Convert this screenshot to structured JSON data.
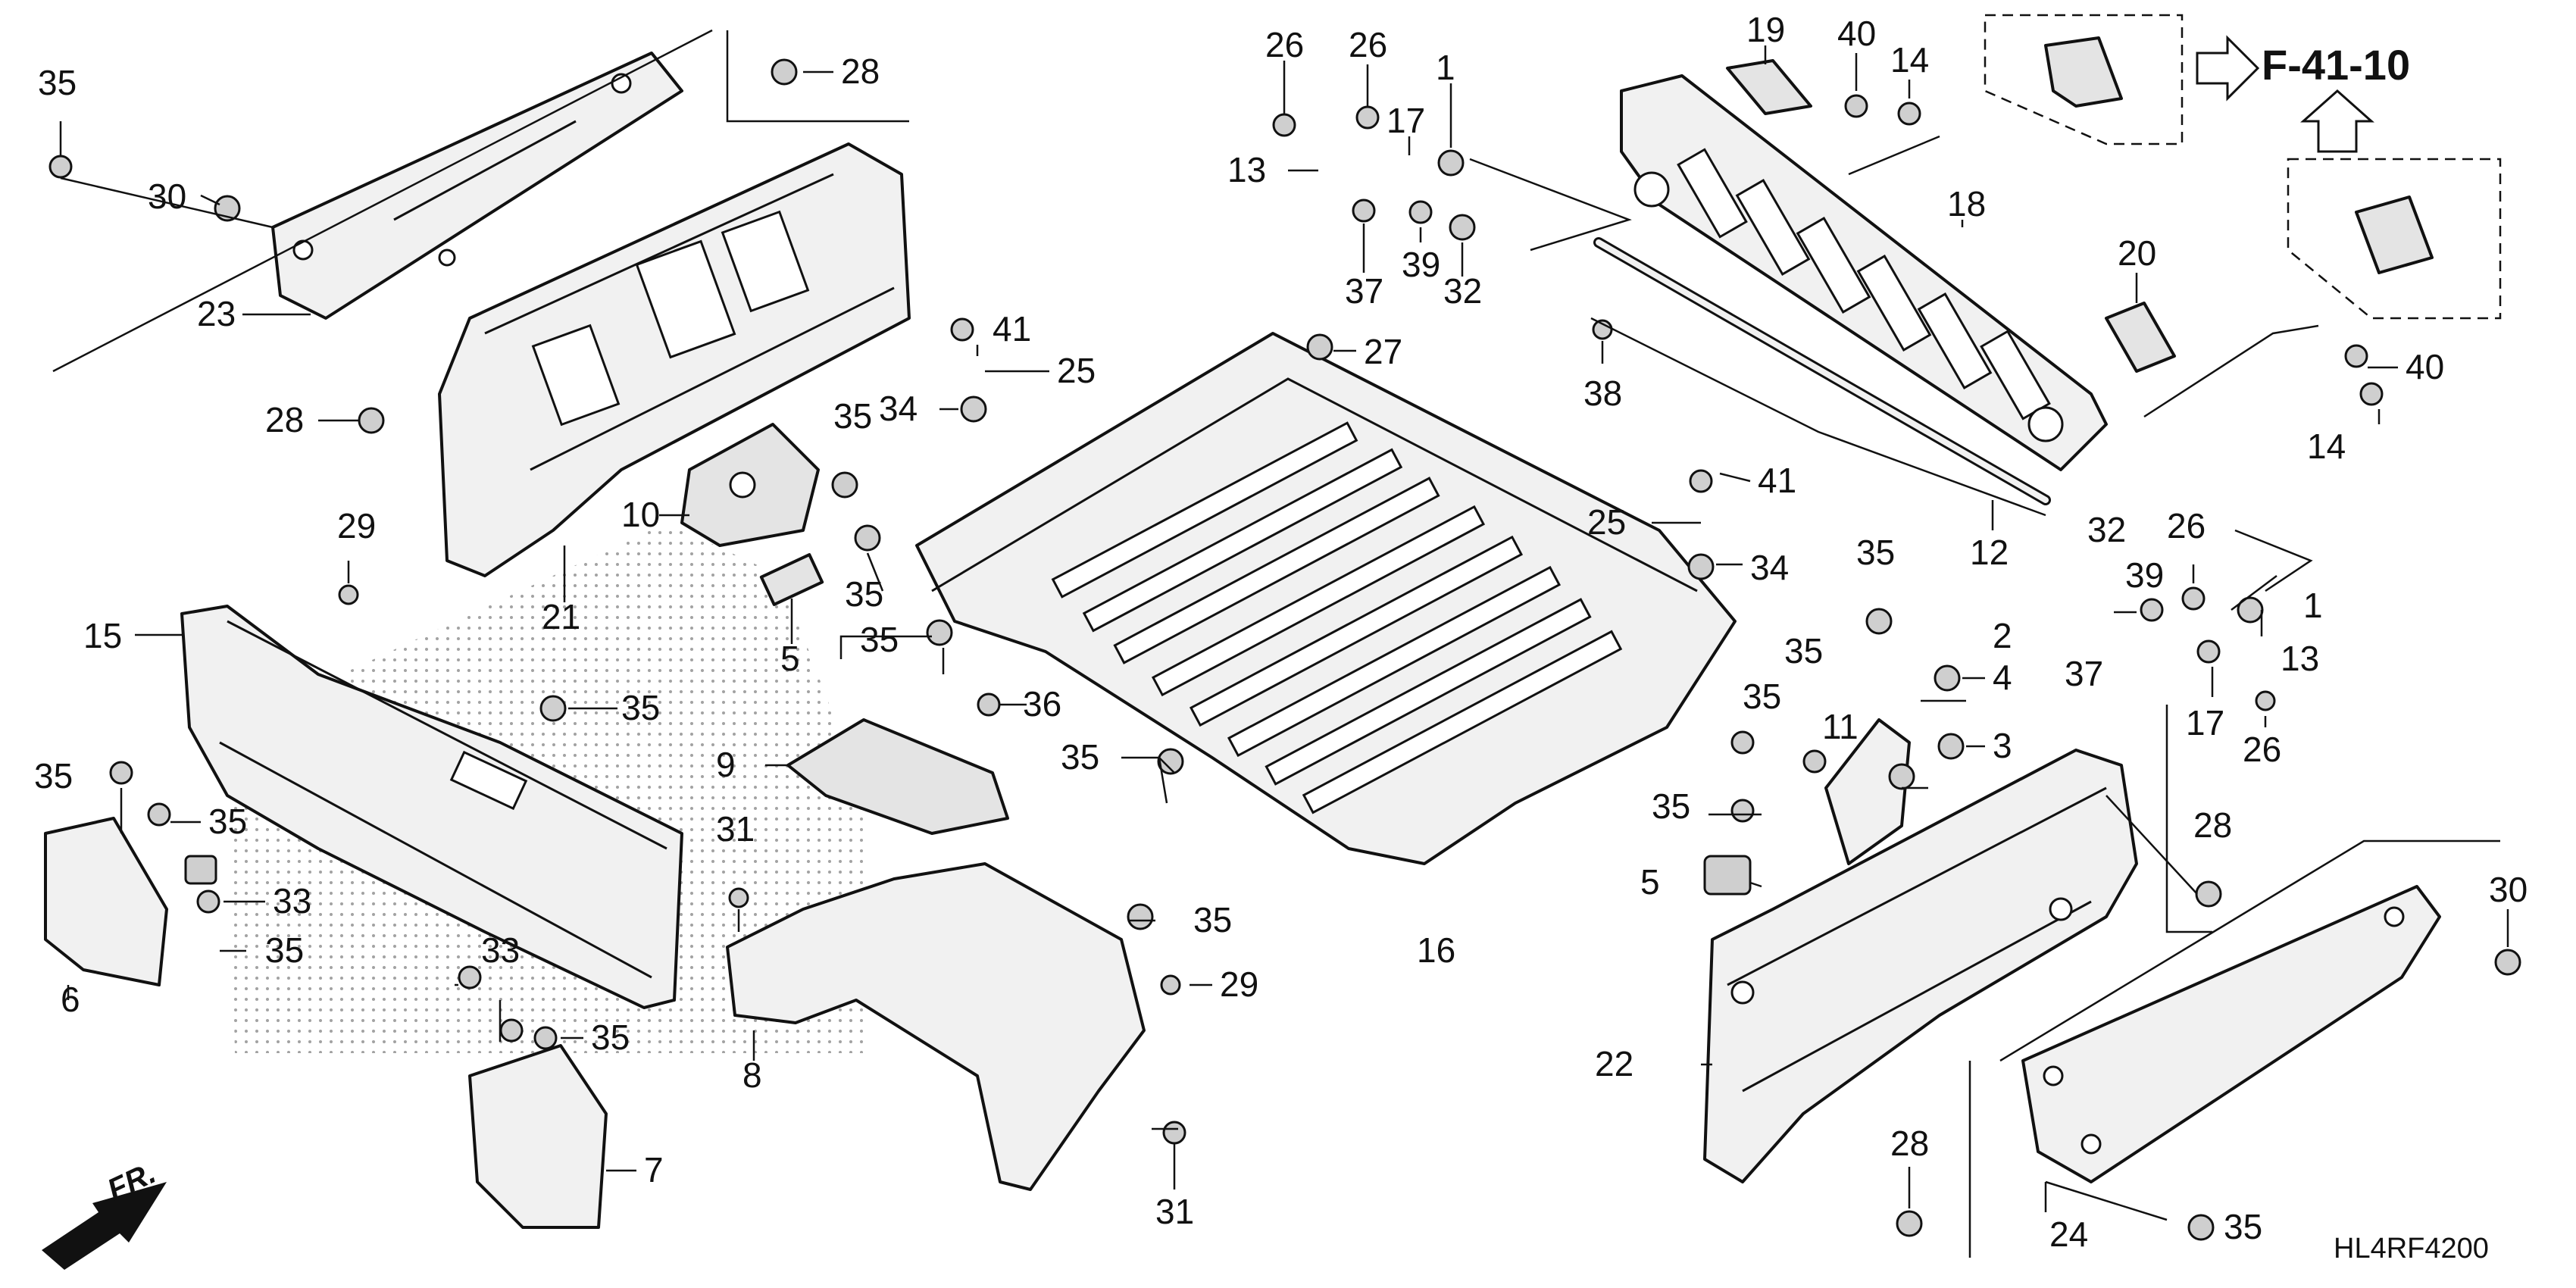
{
  "diagram": {
    "reference": "F-41-10",
    "drawing_code": "HL4RF4200",
    "direction_label": "FR.",
    "callouts": [
      "35",
      "28",
      "30",
      "23",
      "28",
      "21",
      "10",
      "35",
      "35",
      "29",
      "15",
      "5",
      "35",
      "35",
      "6",
      "35",
      "33",
      "35",
      "35",
      "33",
      "35",
      "7",
      "31",
      "8",
      "29",
      "35",
      "31",
      "9",
      "36",
      "35",
      "34",
      "41",
      "25",
      "27",
      "26",
      "26",
      "13",
      "17",
      "1",
      "37",
      "39",
      "32",
      "19",
      "40",
      "14",
      "18",
      "38",
      "20",
      "12",
      "14",
      "40",
      "26",
      "32",
      "39",
      "1",
      "13",
      "37",
      "17",
      "26",
      "41",
      "25",
      "34",
      "35",
      "2",
      "4",
      "3",
      "35",
      "11",
      "35",
      "35",
      "5",
      "16",
      "22",
      "28",
      "28",
      "30",
      "24",
      "35"
    ]
  }
}
